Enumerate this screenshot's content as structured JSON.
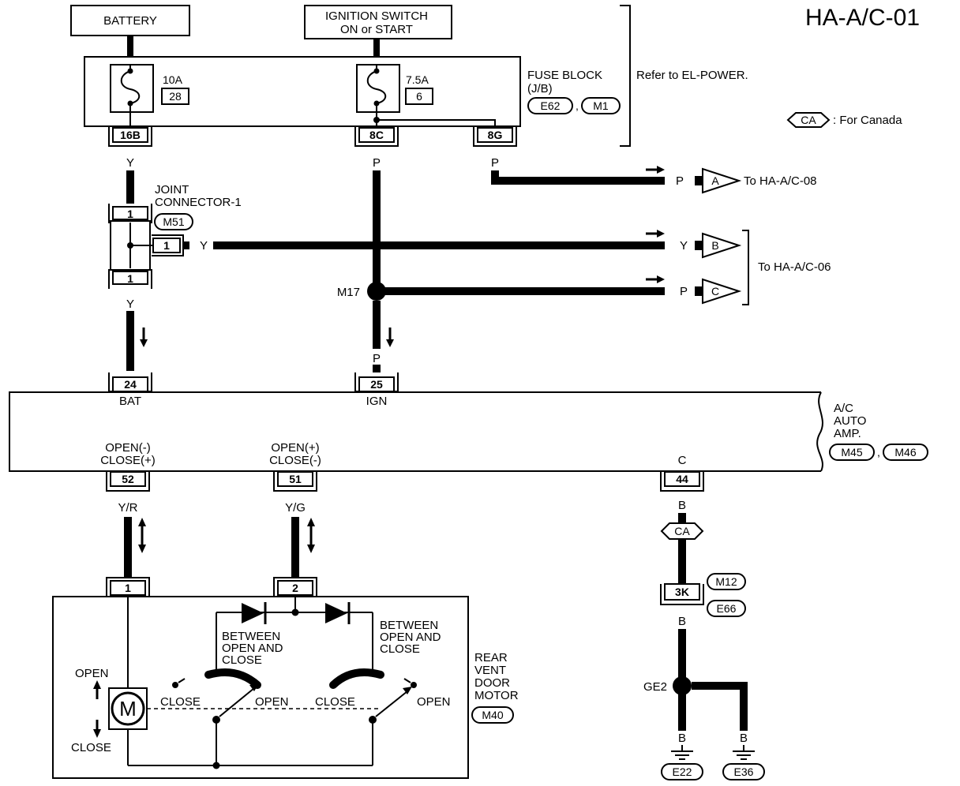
{
  "title": "HA-A/C-01",
  "battery": "BATTERY",
  "ignition": [
    "IGNITION SWITCH",
    "ON or START"
  ],
  "fuse_block": {
    "lines": [
      "FUSE BLOCK",
      "(J/B)"
    ],
    "connectors": [
      "E62",
      "M1"
    ],
    "comma": ",",
    "refer": "Refer to EL-POWER.",
    "fuse1": {
      "amp": "10A",
      "num": "28"
    },
    "fuse2": {
      "amp": "7.5A",
      "num": "6"
    },
    "pins": [
      "16B",
      "8C",
      "8G"
    ]
  },
  "legend": {
    "tag": "CA",
    "text": ": For Canada"
  },
  "wires": {
    "y": "Y",
    "p": "P",
    "yr": "Y/R",
    "yg": "Y/G",
    "b": "B"
  },
  "joint": {
    "lines": [
      "JOINT",
      "CONNECTOR-1"
    ],
    "conn": "M51",
    "pin": "1"
  },
  "splice": "M17",
  "offpage": {
    "a": {
      "letter": "A",
      "text": "To HA-A/C-08"
    },
    "b": {
      "letter": "B"
    },
    "c": {
      "letter": "C"
    },
    "bc_text": "To HA-A/C-06"
  },
  "amp": {
    "lines": [
      "A/C",
      "AUTO",
      "AMP."
    ],
    "connectors": [
      "M45",
      "M46"
    ],
    "comma": ",",
    "pins": {
      "bat": "24",
      "ign": "25",
      "open_neg": "52",
      "open_pos": "51",
      "c": "44"
    },
    "labels": {
      "bat": "BAT",
      "ign": "IGN",
      "open_neg": [
        "OPEN(-)",
        "CLOSE(+)"
      ],
      "open_pos": [
        "OPEN(+)",
        "CLOSE(-)"
      ],
      "c": "C"
    }
  },
  "motor": {
    "pins": [
      "1",
      "2"
    ],
    "symbol": "M",
    "open": "OPEN",
    "close": "CLOSE",
    "between": [
      "BETWEEN",
      "OPEN AND",
      "CLOSE"
    ],
    "name": [
      "REAR",
      "VENT",
      "DOOR",
      "MOTOR"
    ],
    "conn": "M40",
    "sw_close": "CLOSE",
    "sw_open": "OPEN"
  },
  "ground": {
    "ca": "CA",
    "jc": "3K",
    "jc_top": "M12",
    "jc_bot": "E66",
    "splice": "GE2",
    "e1": "E22",
    "e2": "E36"
  }
}
